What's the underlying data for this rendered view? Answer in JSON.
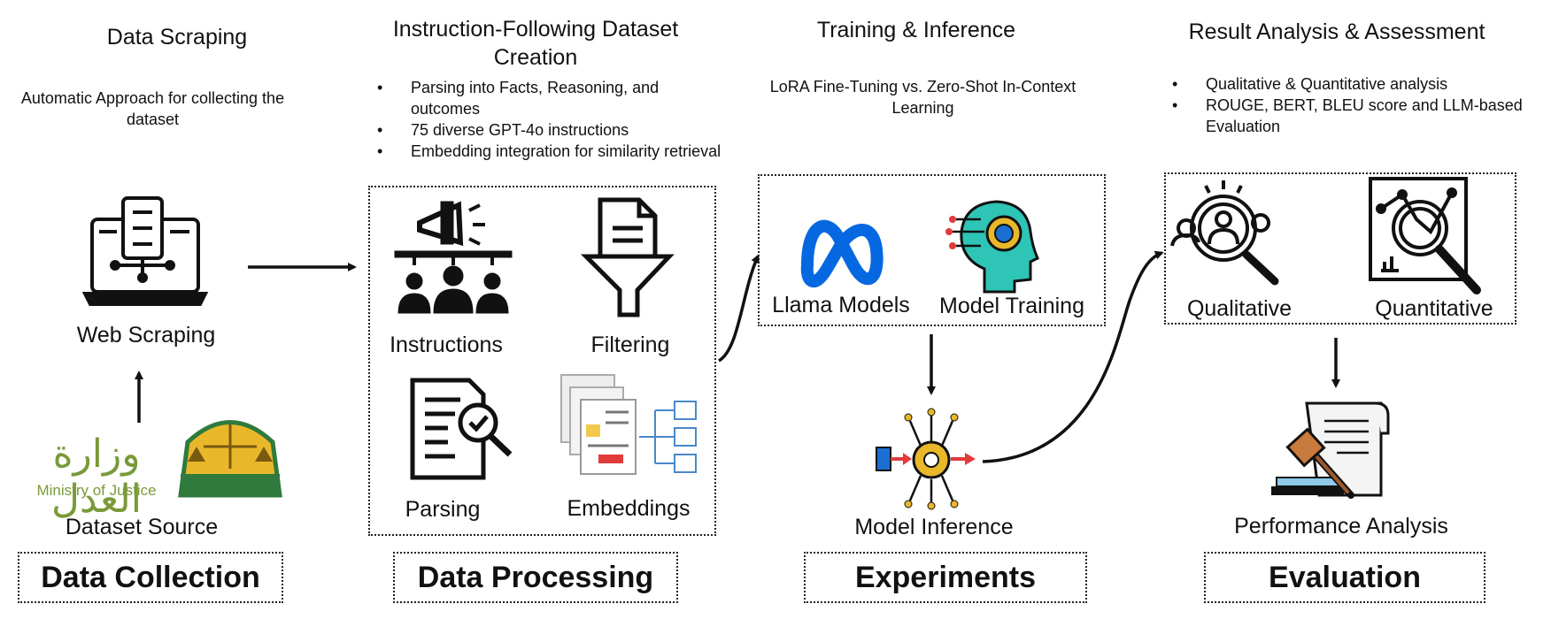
{
  "stages": {
    "data_scraping": {
      "title": "Data Scraping",
      "desc": "Automatic Approach for collecting the dataset"
    },
    "dataset_creation": {
      "title": "Instruction-Following Dataset Creation",
      "bullets": [
        "Parsing into Facts, Reasoning, and outcomes",
        "75 diverse GPT-4o instructions",
        "Embedding integration for similarity retrieval"
      ]
    },
    "training": {
      "title": "Training & Inference",
      "desc": "LoRA Fine-Tuning vs. Zero-Shot In-Context Learning"
    },
    "results": {
      "title": "Result Analysis & Assessment",
      "bullets": [
        "Qualitative & Quantitative analysis",
        "ROUGE, BERT, BLEU score and LLM-based Evaluation"
      ]
    }
  },
  "labels": {
    "web_scraping": "Web Scraping",
    "dataset_source": "Dataset Source",
    "instructions": "Instructions",
    "filtering": "Filtering",
    "parsing": "Parsing",
    "embeddings": "Embeddings",
    "llama": "Llama Models",
    "model_training": "Model Training",
    "model_inference": "Model Inference",
    "qualitative": "Qualitative",
    "quantitative": "Quantitative",
    "performance": "Performance Analysis"
  },
  "logo": {
    "arabic": "وزارة العدل",
    "english": "Ministry of Justice"
  },
  "footers": {
    "collection": "Data Collection",
    "processing": "Data Processing",
    "experiments": "Experiments",
    "evaluation": "Evaluation"
  },
  "colors": {
    "meta_blue": "#0668e1",
    "gold": "#e9b82a",
    "teal": "#2ec4b6",
    "red": "#e23b3b",
    "green_logo": "#7a9a39"
  }
}
